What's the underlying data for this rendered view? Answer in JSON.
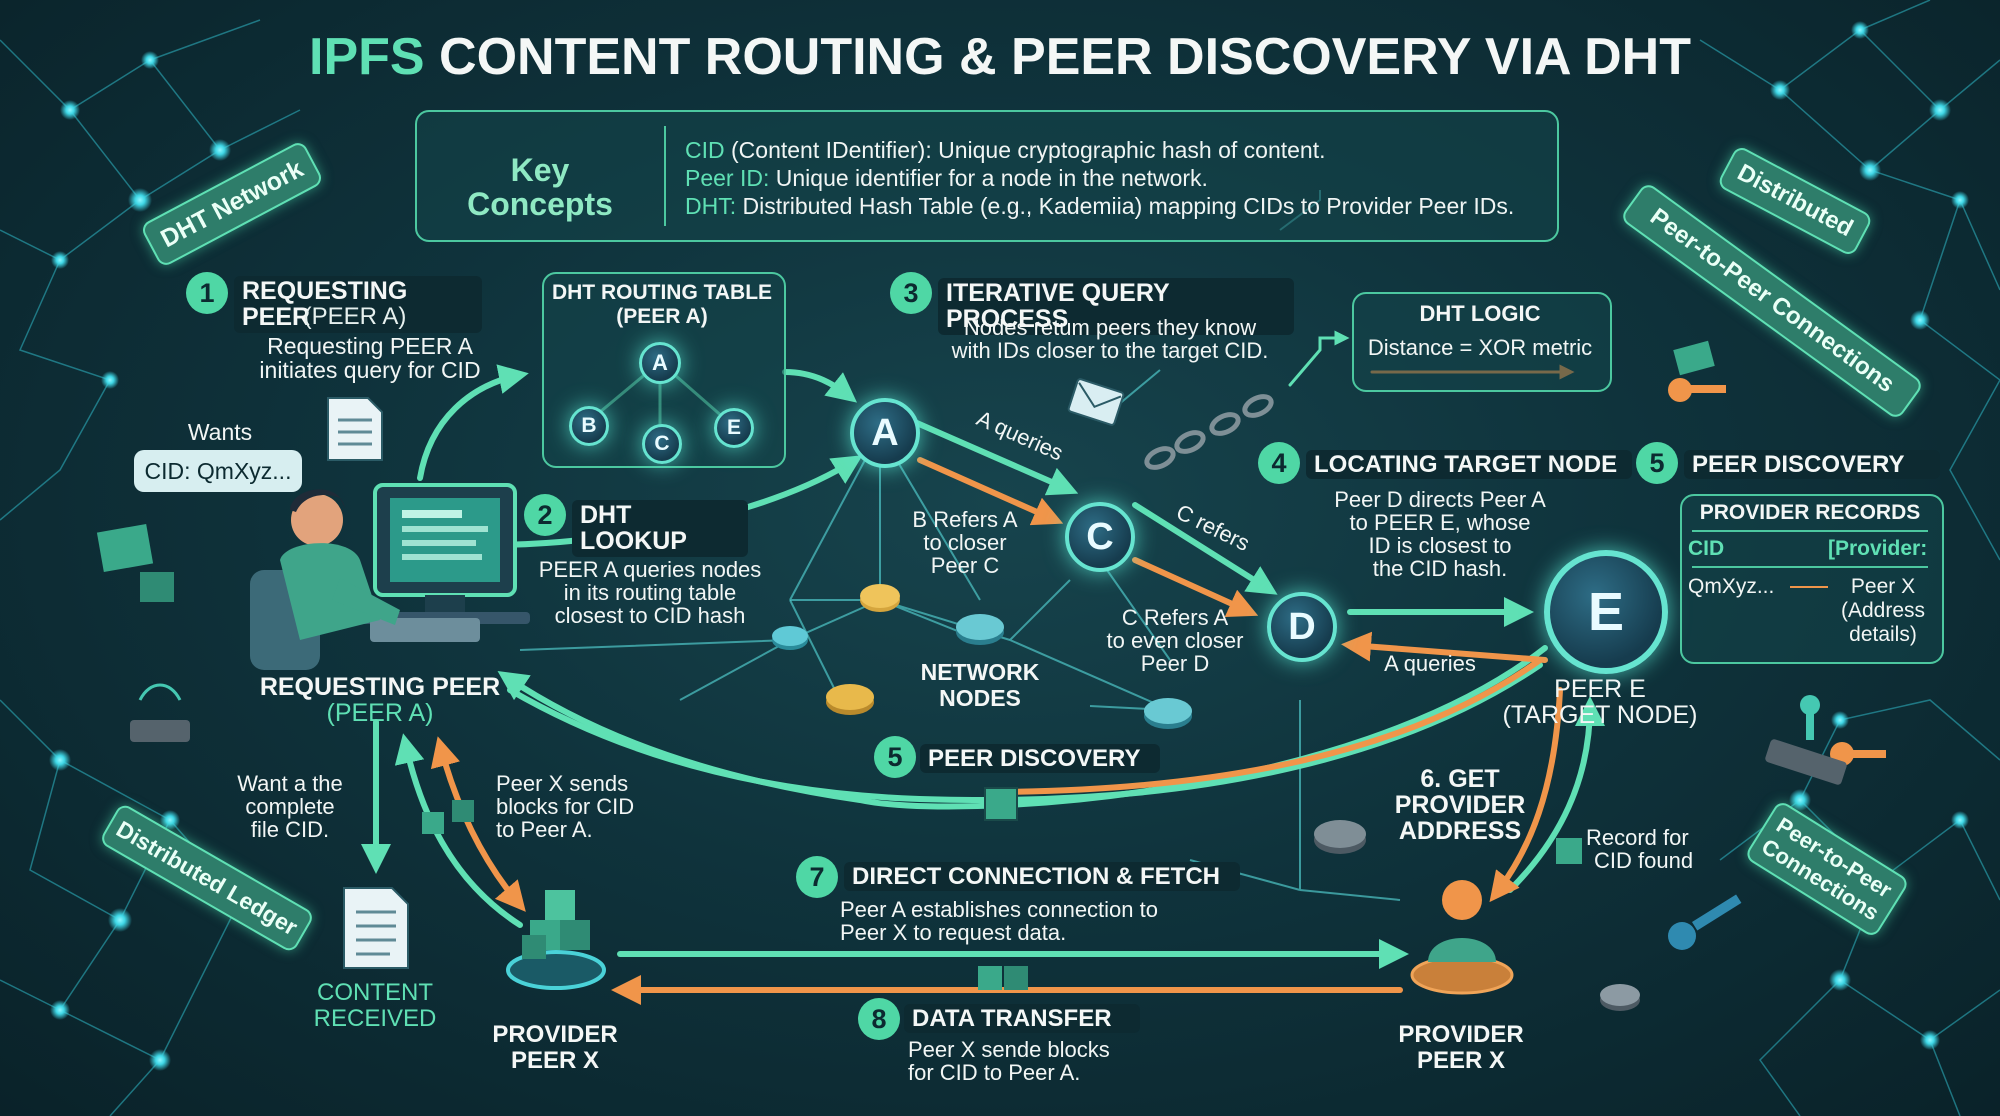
{
  "title": {
    "part1": "IPFS",
    "part2": "CONTENT ROUTING & PEER DISCOVERY VIA DHT"
  },
  "key_concepts": {
    "heading": "Key Concepts",
    "cid_term": "CID",
    "cid_def": "(Content IDentifier): Unique cryptographic hash of content.",
    "peerid_term": "Peer ID:",
    "peerid_def": "Unique identifier for a node in the network.",
    "dht_term": "DHT:",
    "dht_def": "Distributed Hash Table (e.g., Kademiia) mapping CIDs to Provider Peer IDs."
  },
  "badges": {
    "dht_network": "DHT Network",
    "distributed": "Distributed",
    "p2p_top": "Peer-to-Peer Connections",
    "distributed_ledger": "Distributed Ledger",
    "p2p_bottom_line1": "Peer-to-Peer",
    "p2p_bottom_line2": "Connections"
  },
  "step1": {
    "num": "1",
    "title": "REQUESTING PEER",
    "sub": "(PEER A)",
    "desc1": "Requesting PEER A",
    "desc2": "initiates query for CID"
  },
  "bubble": {
    "wants": "Wants",
    "cid": "CID: QmXyz..."
  },
  "requesting_peer": {
    "line1": "REQUESTING PEER",
    "line2": "(PEER A)"
  },
  "routing_table": {
    "line1": "DHT ROUTING TABLE",
    "line2": "(PEER A)",
    "node_a": "A",
    "node_b": "B",
    "node_c": "C",
    "node_e": "E"
  },
  "step2": {
    "num": "2",
    "title": "DHT LOOKUP",
    "desc1": "PEER A queries nodes",
    "desc2": "in its routing table",
    "desc3": "closest to CID hash"
  },
  "step3": {
    "num": "3",
    "title": "ITERATIVE QUERY PROCESS",
    "desc1": "Nodes retum peers they know",
    "desc2": "with IDs closer to the target CID."
  },
  "dht_logic": {
    "title": "DHT LOGIC",
    "desc": "Distance = XOR metric"
  },
  "nodes": {
    "a": "A",
    "c": "C",
    "d": "D",
    "e": "E"
  },
  "arrow_labels": {
    "a_queries": "A queries",
    "b_refers1": "B Refers A",
    "b_refers2": "to closer",
    "b_refers3": "Peer C",
    "c_refers": "C refers",
    "c_refers_a1": "C Refers A",
    "c_refers_a2": "to even closer",
    "c_refers_a3": "Peer D",
    "a_queries_e": "A queries"
  },
  "network_nodes": {
    "line1": "NETWORK",
    "line2": "NODES"
  },
  "step4": {
    "num": "4",
    "title": "LOCATING TARGET NODE",
    "desc1": "Peer D directs Peer A",
    "desc2": "to PEER E, whose",
    "desc3": "ID is closest to",
    "desc4": "the CID hash."
  },
  "step5": {
    "num": "5",
    "title": "PEER DISCOVERY"
  },
  "provider_records": {
    "title": "PROVIDER RECORDS",
    "col1": "CID",
    "col2": "[Provider:",
    "cid_val": "QmXyz...",
    "prov1": "Peer X",
    "prov2": "(Address",
    "prov3": "details)"
  },
  "peer_e": {
    "line1": "PEER E",
    "line2": "(TARGET NODE)"
  },
  "step5b": {
    "num": "5",
    "title": "PEER DISCOVERY"
  },
  "step6": {
    "title1": "6. GET",
    "title2": "PROVIDER",
    "title3": "ADDRESS"
  },
  "record_found": {
    "line1": "Record for",
    "line2": "CID found"
  },
  "want_file": {
    "line1": "Want a the",
    "line2": "complete",
    "line3": "file CID."
  },
  "peer_x_sends": {
    "line1": "Peer X sends",
    "line2": "blocks for CID",
    "line3": "to Peer A."
  },
  "content_received": {
    "line1": "CONTENT",
    "line2": "RECEIVED"
  },
  "step7": {
    "num": "7",
    "title": "DIRECT CONNECTION & FETCH",
    "desc1": "Peer A establishes connection to",
    "desc2": "Peer X to request data."
  },
  "step8": {
    "num": "8",
    "title": "DATA TRANSFER",
    "desc1": "Peer X sende blocks",
    "desc2": "for CID to Peer A."
  },
  "provider_left": {
    "line1": "PROVIDER",
    "line2": "PEER X"
  },
  "provider_right": {
    "line1": "PROVIDER",
    "line2": "PEER X"
  },
  "colors": {
    "teal": "#5fe0b4",
    "orange": "#f0954a",
    "background": "#0f333c",
    "node_glow": "#66e4d0"
  }
}
